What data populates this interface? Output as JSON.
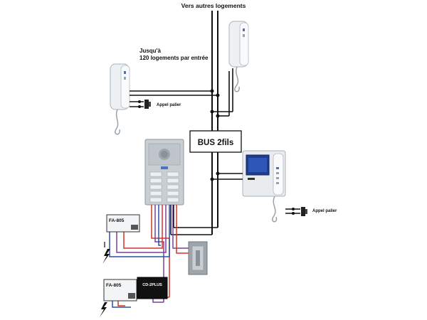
{
  "labels": {
    "top": "Vers autres logements",
    "capacity_line1": "Jusqu'à",
    "capacity_line2": "120 logements par entrée",
    "appel_palier_1": "Appel palier",
    "appel_palier_2": "Appel palier",
    "bus": "BUS 2fils",
    "fa805_top": "FA-805",
    "fa805_bottom": "FA-805",
    "module": "CD-2PLUS"
  },
  "colors": {
    "bus_wire": "#111111",
    "red_wire": "#d8322a",
    "purple_wire": "#7b3f98",
    "blue_wire": "#2b4fa8",
    "monitor_screen": "#1f3d8f"
  },
  "icons": [
    "handset-icon",
    "doorbell-icon",
    "door-panel-icon",
    "video-monitor-icon",
    "power-supply-icon",
    "lock-icon",
    "electric-strike-icon",
    "lightning-icon"
  ]
}
